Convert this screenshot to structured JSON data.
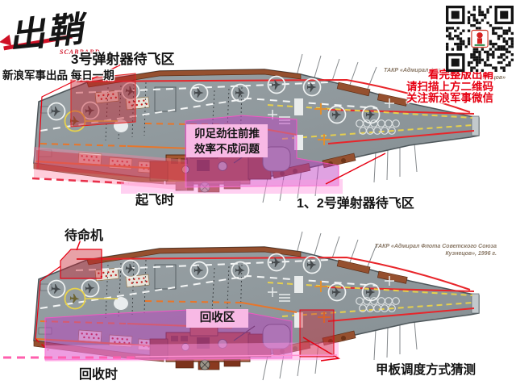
{
  "header": {
    "logo_main": "出鞘",
    "logo_sub": "SCABBARD",
    "brand_line": "新浪军事出品 每日一期",
    "qr_caption_line1": "看完整版出鞘",
    "qr_caption_line2": "请扫描上方二维码",
    "qr_caption_line3": "关注新浪军事微信"
  },
  "captions": {
    "russian_top_line1": "ТАКР «Адмирал Флота Советского Союза",
    "russian_top_line2": "Кузнецов»",
    "russian_bottom_line1": "ТАКР «Адмирал Флота Советского Союза",
    "russian_bottom_line2": "Кузнецов», 1996 г."
  },
  "diagram_top": {
    "zone3_label": "3号弹射器待飞区",
    "note_line1": "卯足劲往前推",
    "note_line2": "效率不成问题",
    "phase_label": "起飞时",
    "zone12_label": "1、2号弹射器待飞区"
  },
  "diagram_bottom": {
    "standby_label": "待命机",
    "recovery_zone_label": "回收区",
    "phase_label": "回收时",
    "guess_label": "甲板调度方式猜测"
  },
  "colors": {
    "accent_red": "#e60012",
    "deck_line_red": "#e8252a",
    "zone_red": "#dc3232",
    "zone_magenta": "#be3cc3",
    "zone_pink": "#ff96e1",
    "note_pink": "#f8b9e5",
    "deck_gray": "#8e979b",
    "island_brown": "#a3572f",
    "marking_yellow": "#e6d04e",
    "logo_red": "#cf1126"
  }
}
